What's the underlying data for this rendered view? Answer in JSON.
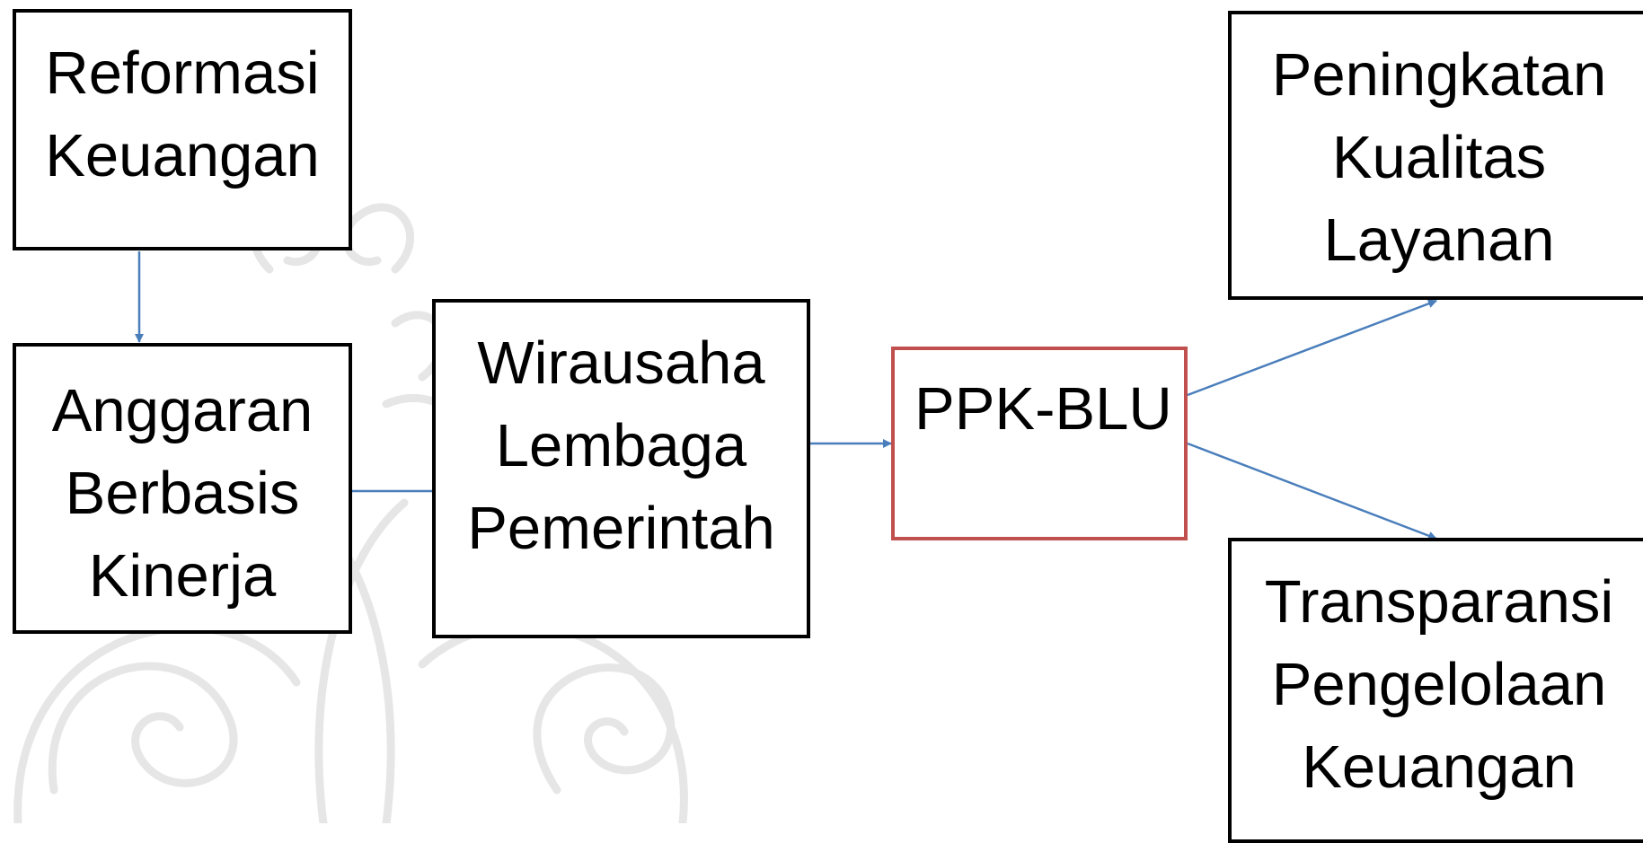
{
  "diagram": {
    "nodes": {
      "reformasi": {
        "label": "Reformasi\nKeuangan"
      },
      "anggaran": {
        "label": "Anggaran\nBerbasis\nKinerja"
      },
      "wirausaha": {
        "label": "Wirausaha\nLembaga\nPemerintah"
      },
      "ppk_blu": {
        "label": "PPK-BLU"
      },
      "peningkatan": {
        "label": "Peningkatan\nKualitas\nLayanan"
      },
      "transparansi": {
        "label": "Transparansi\nPengelolaan\nKeuangan"
      }
    },
    "edges": [
      {
        "from": "reformasi",
        "to": "anggaran"
      },
      {
        "from": "anggaran",
        "to": "wirausaha"
      },
      {
        "from": "wirausaha",
        "to": "ppk_blu"
      },
      {
        "from": "ppk_blu",
        "to": "peningkatan"
      },
      {
        "from": "ppk_blu",
        "to": "transparansi"
      }
    ],
    "colors": {
      "box_border": "#000000",
      "highlight_border": "#c0504d",
      "connector": "#4a7ebb",
      "watermark": "#e6e6e6"
    }
  }
}
